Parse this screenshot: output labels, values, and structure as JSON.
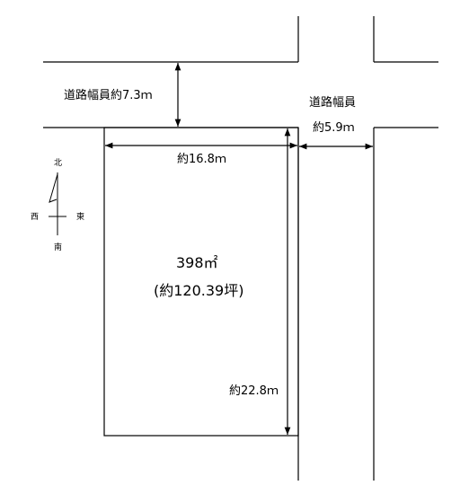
{
  "road_north": {
    "label": "道路幅員約7.3ｍ"
  },
  "road_east": {
    "label_line1": "道路幅員",
    "label_line2": "約5.9ｍ"
  },
  "lot": {
    "width_label": "約16.8ｍ",
    "depth_label": "約22.8ｍ",
    "area_label": "398㎡",
    "area_tsubo_label": "(約120.39坪)"
  },
  "compass": {
    "north": "北",
    "south": "南",
    "east": "東",
    "west": "西"
  },
  "colors": {
    "line": "#000000",
    "background": "#ffffff"
  }
}
